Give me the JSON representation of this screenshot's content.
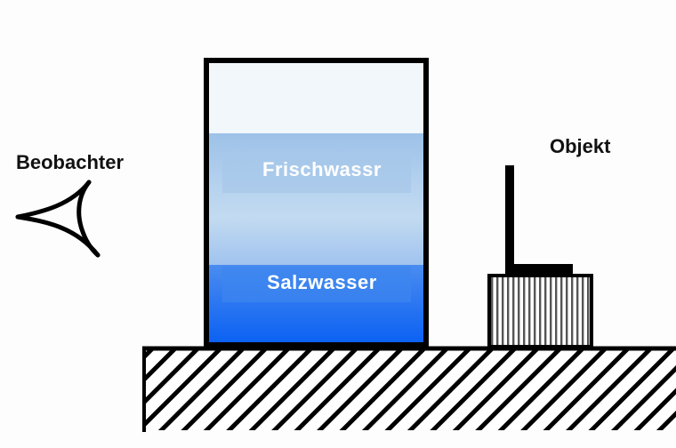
{
  "labels": {
    "observer": "Beobachter",
    "object": "Objekt",
    "fresh_water": "Frischwassr",
    "salt_water": "Salzwasser"
  },
  "colors": {
    "outline": "#000000",
    "air": "#f2f7fc",
    "fresh_water_top": "#9dc1e8",
    "fresh_water_bottom": "#bad6ee",
    "salt_water_top": "#3f86ee",
    "salt_water_bottom": "#0d63f2",
    "label_text_light": "#ffffff",
    "label_text_dark": "#111111"
  },
  "icons": {
    "observer": "eye-icon",
    "ground": "hatched-ground-icon",
    "object": "striped-block-object-icon"
  }
}
